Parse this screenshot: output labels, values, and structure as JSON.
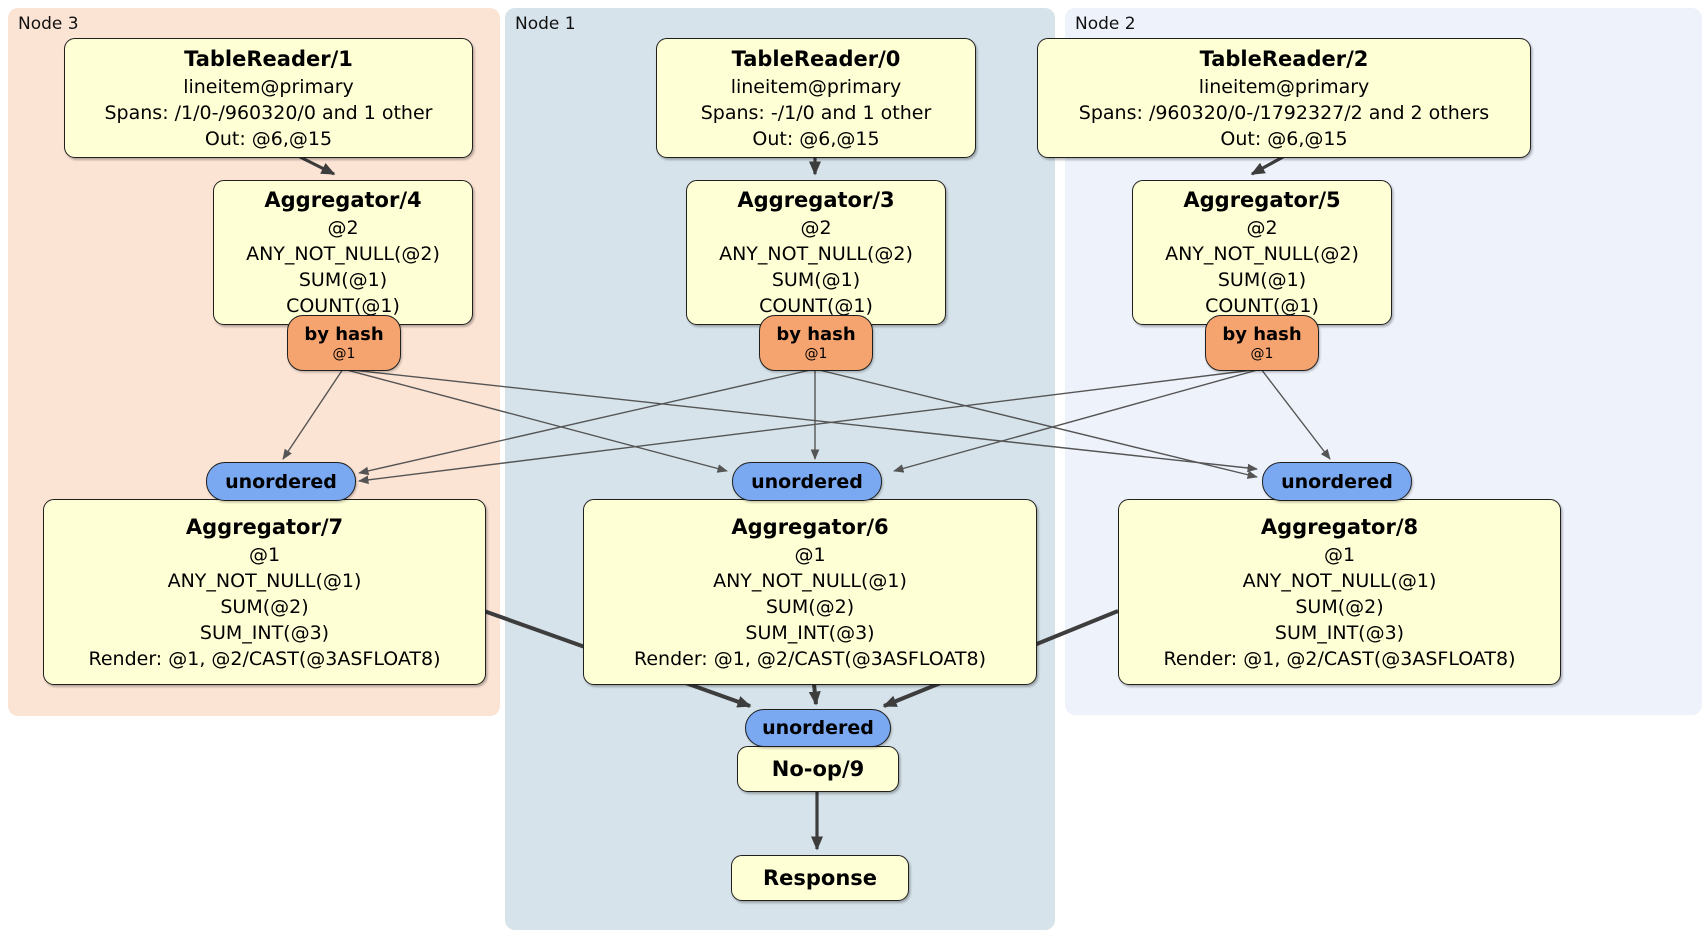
{
  "colors": {
    "node3-bg": "#fce4d5",
    "node1-bg": "#d6e3ea",
    "node2-bg": "#eef2fb",
    "box-fill": "#ffffd6",
    "box-border": "#1f1f1f",
    "router-fill": "#f6a46f",
    "sync-fill": "#7aa9f2",
    "edge-thick": "#3d3d3d",
    "edge-thin": "#555555"
  },
  "columns": [
    {
      "node_label": "Node 3",
      "table_reader": {
        "title": "TableReader/1",
        "rows": [
          "lineitem@primary",
          "Spans: /1/0-/960320/0 and 1 other",
          "Out: @6,@15"
        ]
      },
      "stage_aggregator": {
        "title": "Aggregator/4",
        "rows": [
          "@2",
          "ANY_NOT_NULL(@2)",
          "SUM(@1)",
          "COUNT(@1)"
        ]
      },
      "router": {
        "label": "by hash",
        "detail": "@1"
      },
      "sync": {
        "label": "unordered"
      },
      "final_aggregator": {
        "title": "Aggregator/7",
        "rows": [
          "@1",
          "ANY_NOT_NULL(@1)",
          "SUM(@2)",
          "SUM_INT(@3)",
          "Render: @1, @2/CAST(@3ASFLOAT8)"
        ]
      }
    },
    {
      "node_label": "Node 1",
      "table_reader": {
        "title": "TableReader/0",
        "rows": [
          "lineitem@primary",
          "Spans: -/1/0 and 1 other",
          "Out: @6,@15"
        ]
      },
      "stage_aggregator": {
        "title": "Aggregator/3",
        "rows": [
          "@2",
          "ANY_NOT_NULL(@2)",
          "SUM(@1)",
          "COUNT(@1)"
        ]
      },
      "router": {
        "label": "by hash",
        "detail": "@1"
      },
      "sync": {
        "label": "unordered"
      },
      "final_aggregator": {
        "title": "Aggregator/6",
        "rows": [
          "@1",
          "ANY_NOT_NULL(@1)",
          "SUM(@2)",
          "SUM_INT(@3)",
          "Render: @1, @2/CAST(@3ASFLOAT8)"
        ]
      }
    },
    {
      "node_label": "Node 2",
      "table_reader": {
        "title": "TableReader/2",
        "rows": [
          "lineitem@primary",
          "Spans: /960320/0-/1792327/2 and 2 others",
          "Out: @6,@15"
        ]
      },
      "stage_aggregator": {
        "title": "Aggregator/5",
        "rows": [
          "@2",
          "ANY_NOT_NULL(@2)",
          "SUM(@1)",
          "COUNT(@1)"
        ]
      },
      "router": {
        "label": "by hash",
        "detail": "@1"
      },
      "sync": {
        "label": "unordered"
      },
      "final_aggregator": {
        "title": "Aggregator/8",
        "rows": [
          "@1",
          "ANY_NOT_NULL(@1)",
          "SUM(@2)",
          "SUM_INT(@3)",
          "Render: @1, @2/CAST(@3ASFLOAT8)"
        ]
      }
    }
  ],
  "output": {
    "sync": {
      "label": "unordered"
    },
    "noop": {
      "title": "No-op/9"
    },
    "response": {
      "title": "Response"
    }
  }
}
